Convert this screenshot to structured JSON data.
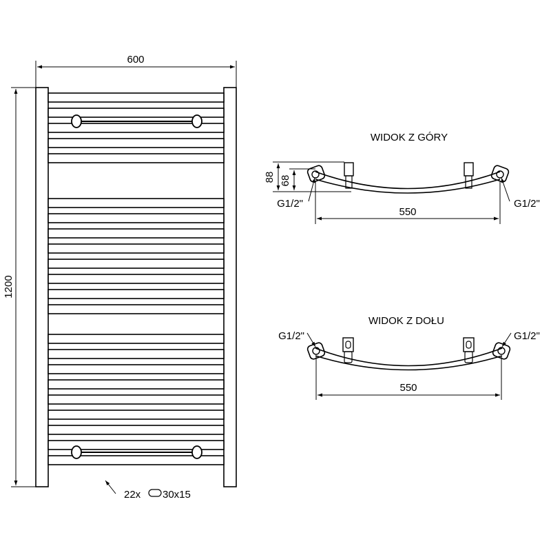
{
  "front": {
    "width_dim": "600",
    "height_dim": "1200",
    "tube_note": "22x",
    "tube_size": "30x15"
  },
  "top_view": {
    "title": "WIDOK Z GÓRY",
    "depth_total": "88",
    "depth_axis": "68",
    "conn_left": "G1/2\"",
    "conn_right": "G1/2\"",
    "spacing": "550"
  },
  "bottom_view": {
    "title": "WIDOK Z DOŁU",
    "conn_left": "G1/2\"",
    "conn_right": "G1/2\"",
    "spacing": "550"
  }
}
